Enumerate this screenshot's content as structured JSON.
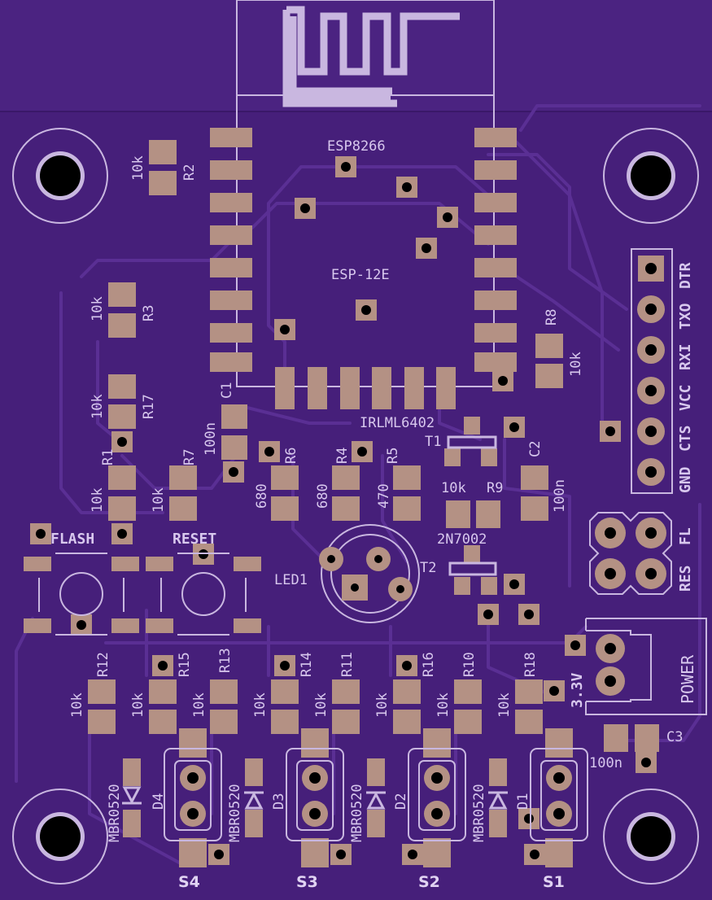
{
  "board": {
    "module": {
      "name": "ESP8266",
      "part": "ESP-12E"
    },
    "labels": {
      "r2": "R2",
      "r2_val": "10k",
      "r3": "R3",
      "r3_val": "10k",
      "r17": "R17",
      "r17_val": "10k",
      "r1": "R1",
      "r1_val": "10k",
      "r7": "R7",
      "r7_val": "10k",
      "c1": "C1",
      "c1_val": "100n",
      "r6": "R6",
      "r6_val": "680",
      "r4": "R4",
      "r4_val": "680",
      "r5": "R5",
      "r5_val": "470",
      "r8": "R8",
      "r8_val": "10k",
      "t1": "T1",
      "t1_part": "IRLML6402",
      "c2": "C2",
      "c2_val": "100n",
      "r9": "R9",
      "r9_val": "10k",
      "t2": "T2",
      "t2_part": "2N7002",
      "led1": "LED1",
      "flash": "FLASH",
      "reset": "RESET",
      "c3": "C3",
      "c3_val": "100n",
      "v33": "3.3V",
      "power": "POWER",
      "res": "RES",
      "fl": "FL",
      "r12": "R12",
      "r12_val": "10k",
      "r15": "R15",
      "r15_val": "10k",
      "r13": "R13",
      "r13_val": "10k",
      "r14": "R14",
      "r14_val": "10k",
      "r11": "R11",
      "r11_val": "10k",
      "r16": "R16",
      "r16_val": "10k",
      "r10": "R10",
      "r10_val": "10k",
      "r18": "R18",
      "r18_val": "10k",
      "d1": "D1",
      "d2": "D2",
      "d3": "D3",
      "d4": "D4",
      "diode_part": "MBR0520",
      "s1": "S1",
      "s2": "S2",
      "s3": "S3",
      "s4": "S4"
    },
    "header_pins": [
      "GND",
      "CTS",
      "VCC",
      "RXI",
      "TXO",
      "DTR"
    ]
  },
  "colors": {
    "board": "#461f7a",
    "trace": "#5a2f94",
    "pad": "#b49184",
    "silk": "#c9b7e0"
  }
}
